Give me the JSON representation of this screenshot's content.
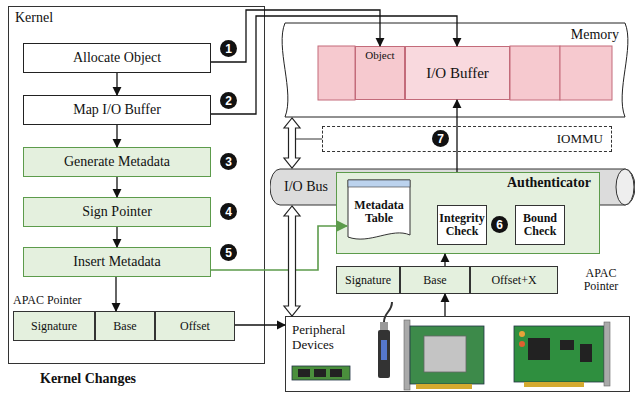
{
  "diagram": {
    "nodes": [
      {
        "text": [
          "Kernel"
        ]
      },
      {
        "text": [
          "Allocate Object"
        ],
        "in": 0
      },
      {
        "text": [
          "Map I/O Buffer"
        ],
        "in": 0
      },
      {
        "text": [
          "Generate Metadata"
        ],
        "in": 0
      },
      {
        "text": [
          "Sign Pointer"
        ],
        "in": 0
      },
      {
        "text": [
          "Insert Metadata"
        ],
        "in": 0
      },
      {
        "text": [
          "APAC Pointer"
        ],
        "in": 0
      },
      {
        "text": [
          "Signature"
        ],
        "in": 6
      },
      {
        "text": [
          "Base"
        ],
        "in": 6
      },
      {
        "text": [
          "Offset"
        ],
        "in": 6
      },
      {
        "text": [
          "Memory"
        ]
      },
      {
        "text": [
          "Object"
        ],
        "in": 10
      },
      {
        "text": [
          "I/O Buffer"
        ],
        "in": 10
      },
      {
        "text": [
          "IOMMU"
        ]
      },
      {
        "text": [
          "I/O Bus"
        ]
      },
      {
        "text": [
          "Authenticator"
        ]
      },
      {
        "text": [
          "Metadata Table"
        ],
        "in": 15
      },
      {
        "text": [
          "Integrity Check"
        ],
        "in": 15
      },
      {
        "text": [
          "Bound Check"
        ],
        "in": 15
      },
      {
        "text": [
          "APAC Pointer"
        ]
      },
      {
        "text": [
          "Signature"
        ],
        "in": 19
      },
      {
        "text": [
          "Base"
        ],
        "in": 19
      },
      {
        "text": [
          "Offset+X"
        ],
        "in": 19
      },
      {
        "text": [
          "Peripheral Devices"
        ]
      }
    ],
    "edges": [
      {
        "from": 1,
        "to": 2,
        "arrow": "to"
      },
      {
        "from": 2,
        "to": 3,
        "arrow": "to"
      },
      {
        "from": 3,
        "to": 4,
        "arrow": "to"
      },
      {
        "from": 4,
        "to": 5,
        "arrow": "to"
      },
      {
        "from": 5,
        "to": 6,
        "arrow": "to"
      },
      {
        "from": 1,
        "to": 11,
        "arrow": "to"
      },
      {
        "from": 2,
        "to": 12,
        "arrow": "to"
      },
      {
        "from": 5,
        "to": 16,
        "arrow": "to"
      },
      {
        "from": 6,
        "to": 23,
        "arrow": "to"
      },
      {
        "from": 23,
        "to": 19,
        "arrow": "to"
      },
      {
        "from": 19,
        "to": 15,
        "arrow": "to"
      },
      {
        "from": 15,
        "to": 12,
        "arrow": "to"
      },
      {
        "from": 10,
        "to": 14,
        "arrow": "both"
      },
      {
        "from": 14,
        "to": 23,
        "arrow": "both"
      }
    ],
    "labels": [
      "1",
      "2",
      "3",
      "4",
      "5",
      "6",
      "7",
      "Kernel Changes"
    ]
  }
}
